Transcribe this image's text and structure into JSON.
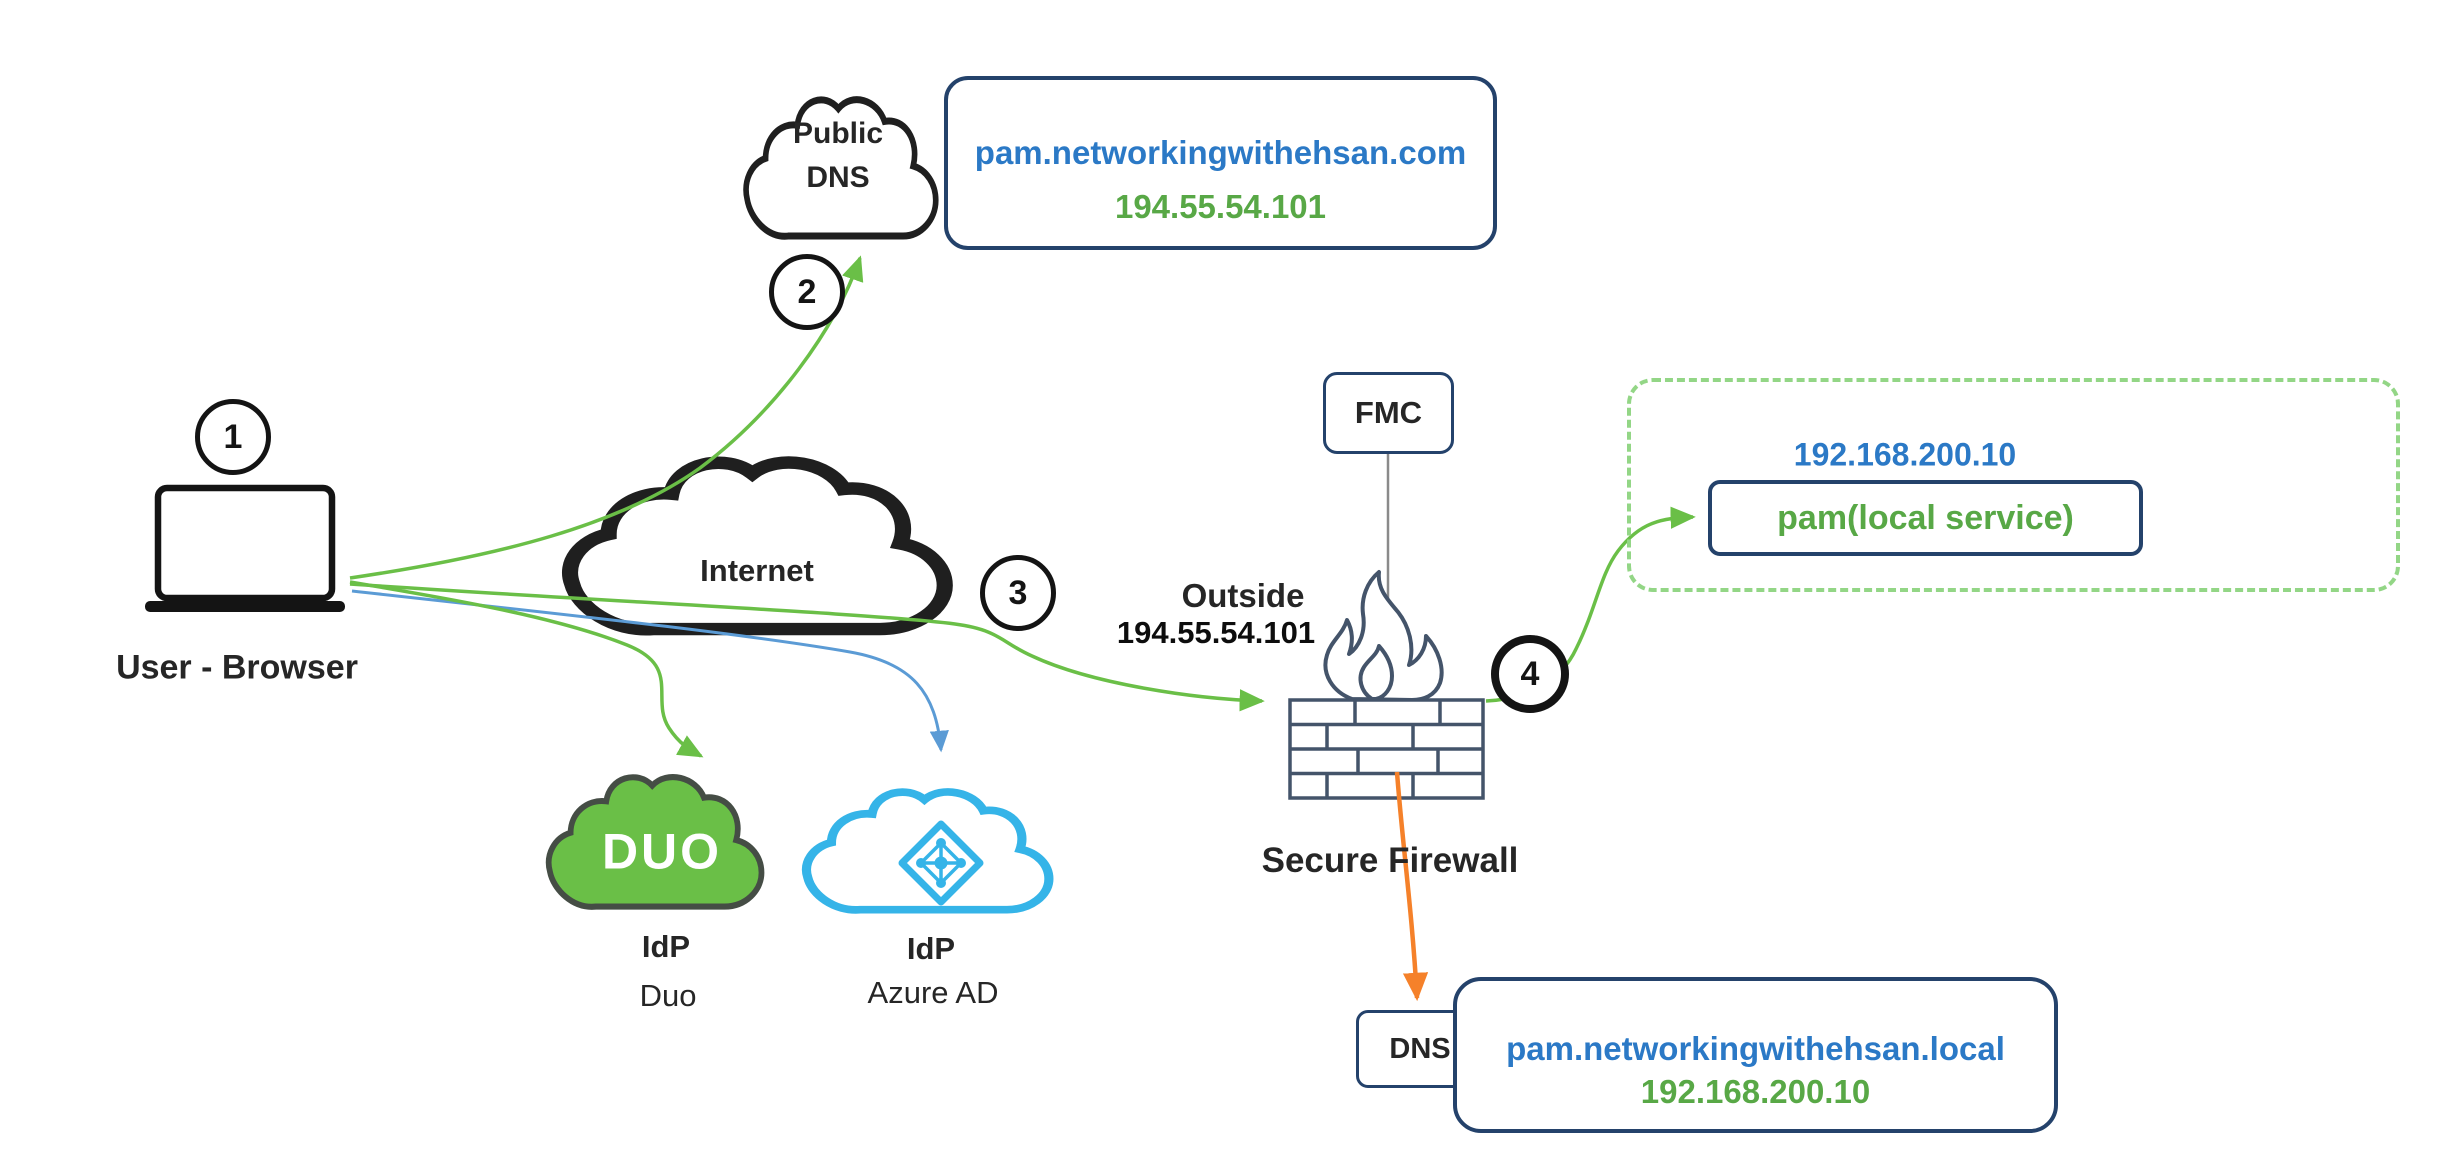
{
  "steps": [
    "1",
    "2",
    "3",
    "4"
  ],
  "user": {
    "label": "User - Browser"
  },
  "public_dns": {
    "label_line1": "Public",
    "label_line2": "DNS",
    "domain": "pam.networkingwithehsan.com",
    "ip": "194.55.54.101"
  },
  "internet": {
    "label": "Internet"
  },
  "duo": {
    "logo_text": "DUO",
    "role": "IdP",
    "name": "Duo"
  },
  "azure": {
    "role": "IdP",
    "name": "Azure AD"
  },
  "fmc": {
    "label": "FMC"
  },
  "firewall": {
    "interface_label": "Outside",
    "interface_ip": "194.55.54.101",
    "label": "Secure Firewall"
  },
  "pam_service": {
    "ip": "192.168.200.10",
    "label": "pam(local service)"
  },
  "internal_dns": {
    "label": "DNS",
    "domain": "pam.networkingwithehsan.local",
    "ip": "192.168.200.10"
  },
  "icons": {
    "user_device": "laptop-icon",
    "public_dns": "cloud-icon",
    "internet": "cloud-icon",
    "duo": "cloud-icon",
    "azure": "cloud-icon",
    "azure_logo": "azure-ad-diamond-icon",
    "firewall": "firewall-brick-flame-icon"
  },
  "colors": {
    "arrow_green": "#6abf47",
    "arrow_blue": "#5b9bd5",
    "arrow_orange": "#f5812a",
    "dashed_green": "#93d686",
    "text_blue": "#2b79c6",
    "text_green": "#58a846",
    "box_border_navy": "#24426b",
    "outline_dark": "#1f1f1f",
    "firewall_outline": "#44546a",
    "duo_green": "#6abf47",
    "azure_cyan": "#35b4e8"
  }
}
